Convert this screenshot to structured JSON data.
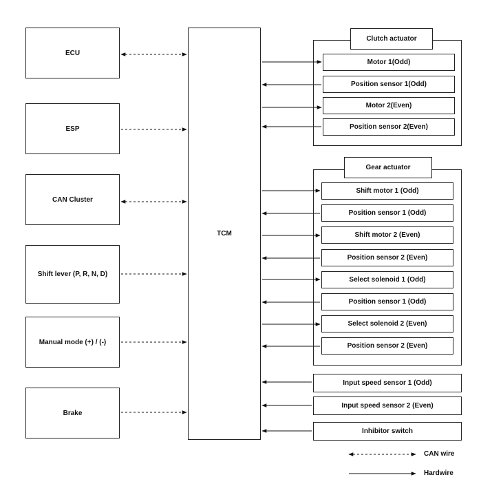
{
  "left_units": [
    {
      "id": "ecu",
      "label": "ECU",
      "link": "can"
    },
    {
      "id": "esp",
      "label": "ESP",
      "link": "can"
    },
    {
      "id": "can-cluster",
      "label": "CAN Cluster",
      "link": "can"
    },
    {
      "id": "shift-lever",
      "label": "Shift lever (P, R, N, D)",
      "link": "can"
    },
    {
      "id": "manual-mode",
      "label": "Manual mode (+) / (-)",
      "link": "can"
    },
    {
      "id": "brake",
      "label": "Brake",
      "link": "can"
    }
  ],
  "tcm": {
    "label": "TCM"
  },
  "clutch_actuator": {
    "title": "Clutch actuator",
    "items": [
      {
        "label": "Motor 1(Odd)",
        "direction": "out"
      },
      {
        "label": "Position sensor 1(Odd)",
        "direction": "in"
      },
      {
        "label": "Motor 2(Even)",
        "direction": "out"
      },
      {
        "label": "Position sensor 2(Even)",
        "direction": "in"
      }
    ]
  },
  "gear_actuator": {
    "title": "Gear actuator",
    "items": [
      {
        "label": "Shift motor 1 (Odd)",
        "direction": "out"
      },
      {
        "label": "Position sensor 1 (Odd)",
        "direction": "in"
      },
      {
        "label": "Shift motor 2 (Even)",
        "direction": "out"
      },
      {
        "label": "Position sensor 2 (Even)",
        "direction": "in"
      },
      {
        "label": "Select solenoid 1 (Odd)",
        "direction": "out"
      },
      {
        "label": "Position sensor 1 (Odd)",
        "direction": "in"
      },
      {
        "label": "Select solenoid 2 (Even)",
        "direction": "out"
      },
      {
        "label": "Position sensor 2 (Even)",
        "direction": "in"
      }
    ]
  },
  "sensors": [
    {
      "label": "Input speed sensor 1 (Odd)",
      "direction": "in"
    },
    {
      "label": "Input speed sensor 2 (Even)",
      "direction": "in"
    },
    {
      "label": "Inhibitor switch",
      "direction": "in"
    }
  ],
  "legend": {
    "can_wire": "CAN wire",
    "hardwire": "Hardwire"
  }
}
